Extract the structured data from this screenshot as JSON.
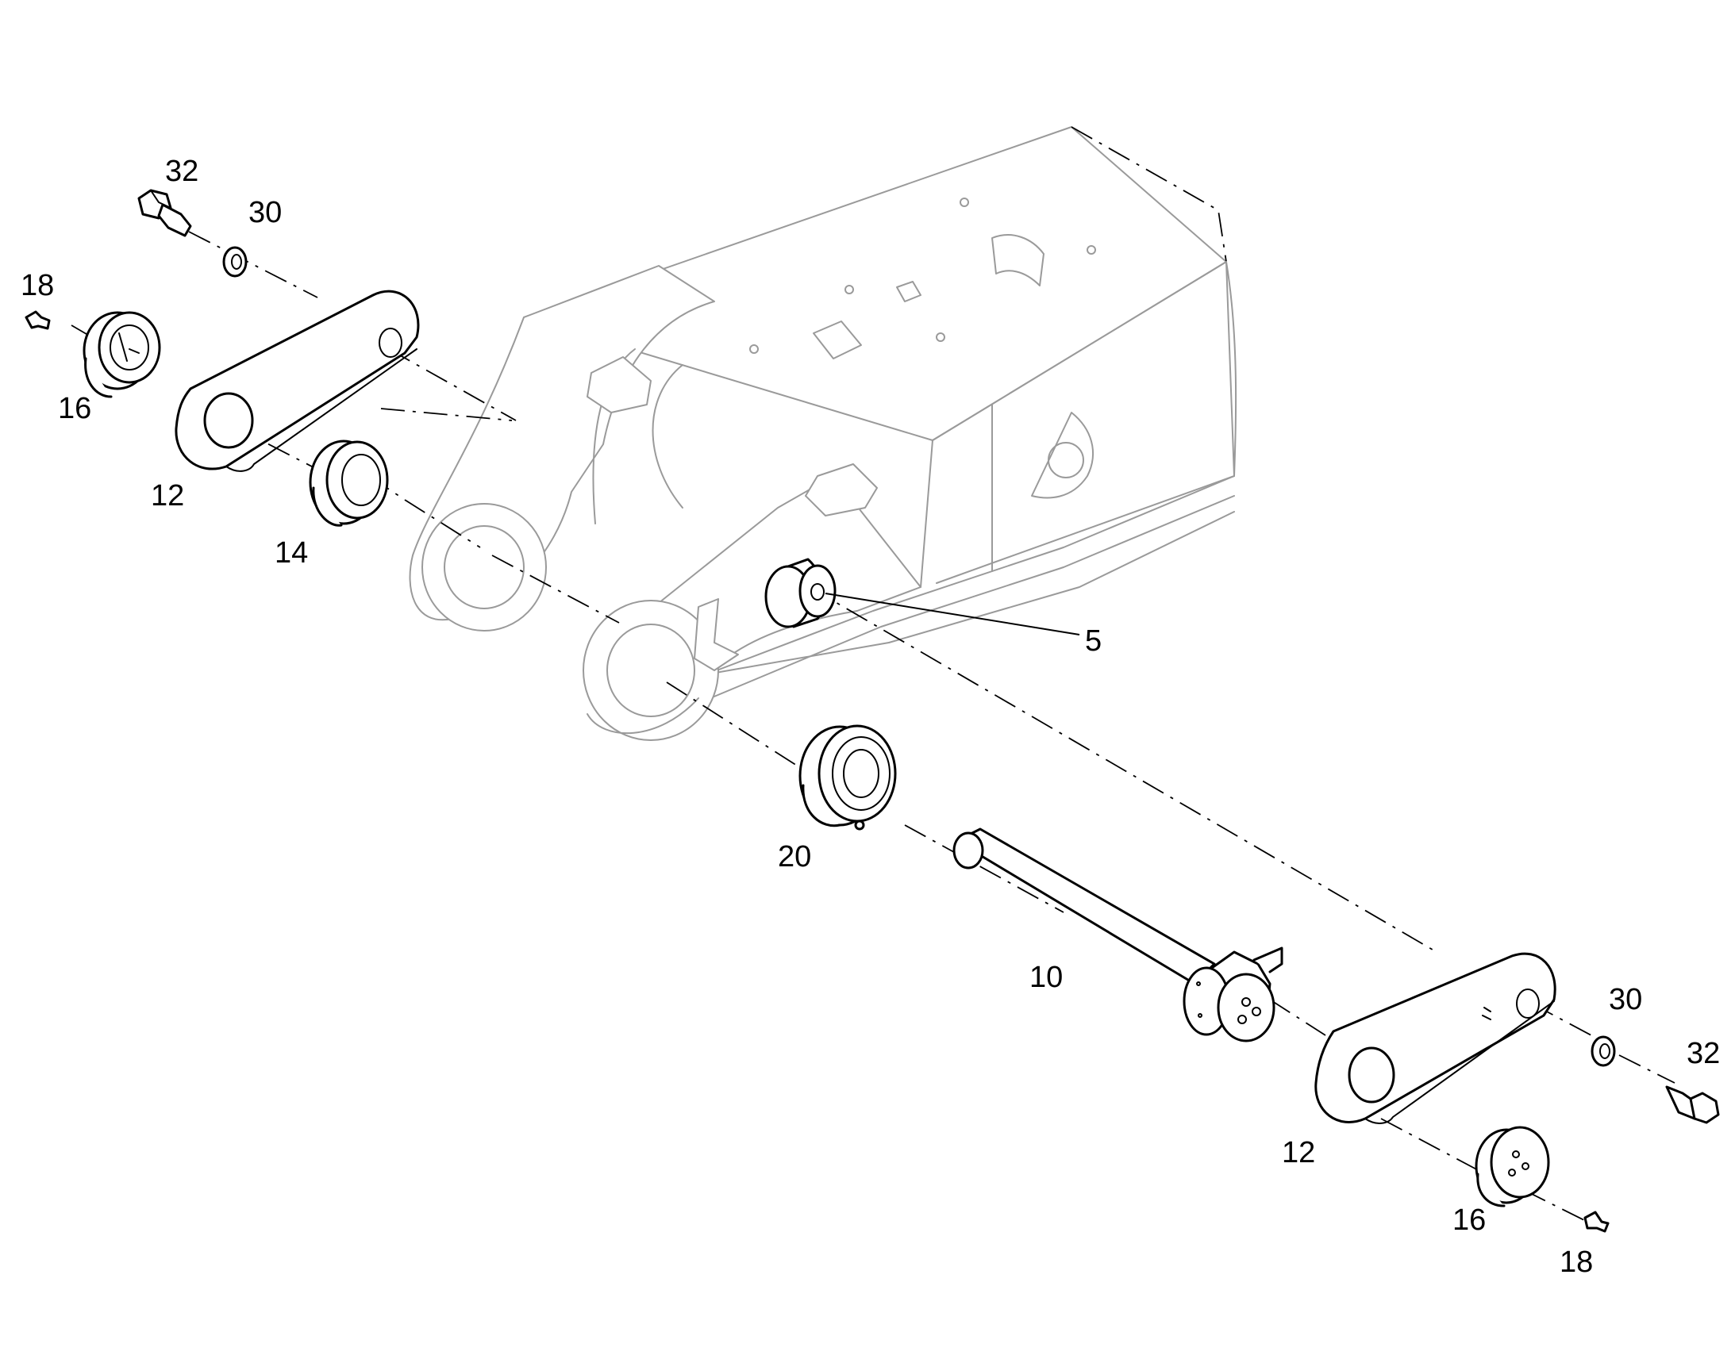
{
  "diagram": {
    "type": "exploded-parts-drawing",
    "line_color": "#000000",
    "ghost_color": "#9a9a9a",
    "background": "#ffffff",
    "callouts": [
      {
        "id": "label-32-left",
        "text": "32"
      },
      {
        "id": "label-30-left",
        "text": "30"
      },
      {
        "id": "label-18-left",
        "text": "18"
      },
      {
        "id": "label-16-left",
        "text": "16"
      },
      {
        "id": "label-12-left",
        "text": "12"
      },
      {
        "id": "label-14",
        "text": "14"
      },
      {
        "id": "label-5",
        "text": "5"
      },
      {
        "id": "label-20",
        "text": "20"
      },
      {
        "id": "label-10",
        "text": "10"
      },
      {
        "id": "label-30-right",
        "text": "30"
      },
      {
        "id": "label-32-right",
        "text": "32"
      },
      {
        "id": "label-12-right",
        "text": "12"
      },
      {
        "id": "label-16-right",
        "text": "16"
      },
      {
        "id": "label-18-right",
        "text": "18"
      }
    ]
  }
}
